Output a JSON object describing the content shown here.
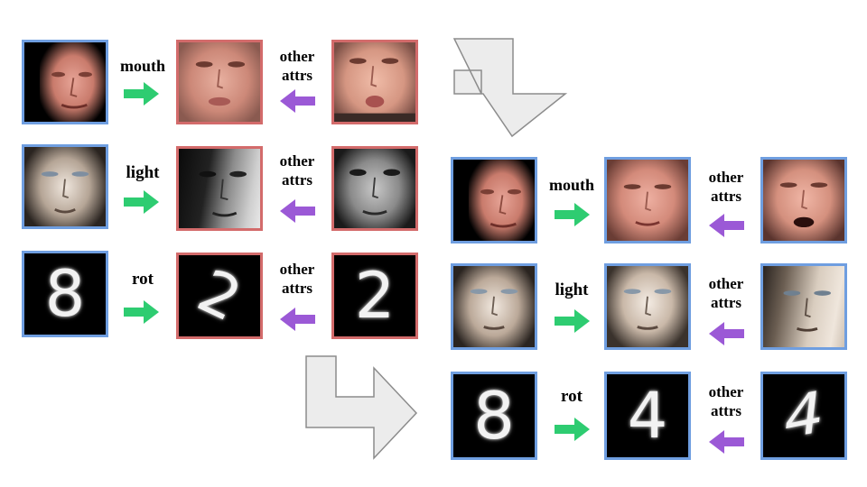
{
  "colors": {
    "source_border": "#6f9ee0",
    "target_border": "#d36b6b",
    "green_arrow": "#2ecc71",
    "purple_arrow": "#9b59d6",
    "flow_arrow_fill": "#ececec",
    "flow_arrow_stroke": "#8c8c8c"
  },
  "left_panel": {
    "rows": [
      {
        "attr_label": "mouth",
        "other_label_1": "other",
        "other_label_2": "attrs",
        "source": {
          "kind": "face",
          "desc": "male-face-mouth"
        },
        "result": {
          "kind": "face",
          "desc": "female-face-blend"
        },
        "reference": {
          "kind": "face",
          "desc": "female-face"
        }
      },
      {
        "attr_label": "light",
        "other_label_1": "other",
        "other_label_2": "attrs",
        "source": {
          "kind": "face",
          "desc": "render-face-light"
        },
        "result": {
          "kind": "face",
          "desc": "grayscale-face-shadowed"
        },
        "reference": {
          "kind": "face",
          "desc": "grayscale-face"
        }
      },
      {
        "attr_label": "rot",
        "other_label_1": "other",
        "other_label_2": "attrs",
        "source": {
          "kind": "digit",
          "value": "8"
        },
        "result": {
          "kind": "digit",
          "value": "2"
        },
        "reference": {
          "kind": "digit",
          "value": "2"
        }
      }
    ]
  },
  "right_panel": {
    "rows": [
      {
        "attr_label": "mouth",
        "other_label_1": "other",
        "other_label_2": "attrs",
        "source": {
          "kind": "face",
          "desc": "male-face-mouth"
        },
        "result": {
          "kind": "face",
          "desc": "male-face-closed-mouth"
        },
        "reference": {
          "kind": "face",
          "desc": "male-face-open-mouth"
        }
      },
      {
        "attr_label": "light",
        "other_label_1": "other",
        "other_label_2": "attrs",
        "source": {
          "kind": "face",
          "desc": "render-face-front"
        },
        "result": {
          "kind": "face",
          "desc": "render-face-front-lit"
        },
        "reference": {
          "kind": "face",
          "desc": "render-face-side-lit"
        }
      },
      {
        "attr_label": "rot",
        "other_label_1": "other",
        "other_label_2": "attrs",
        "source": {
          "kind": "digit",
          "value": "8"
        },
        "result": {
          "kind": "digit",
          "value": "4"
        },
        "reference": {
          "kind": "digit",
          "value": "4"
        }
      }
    ]
  }
}
